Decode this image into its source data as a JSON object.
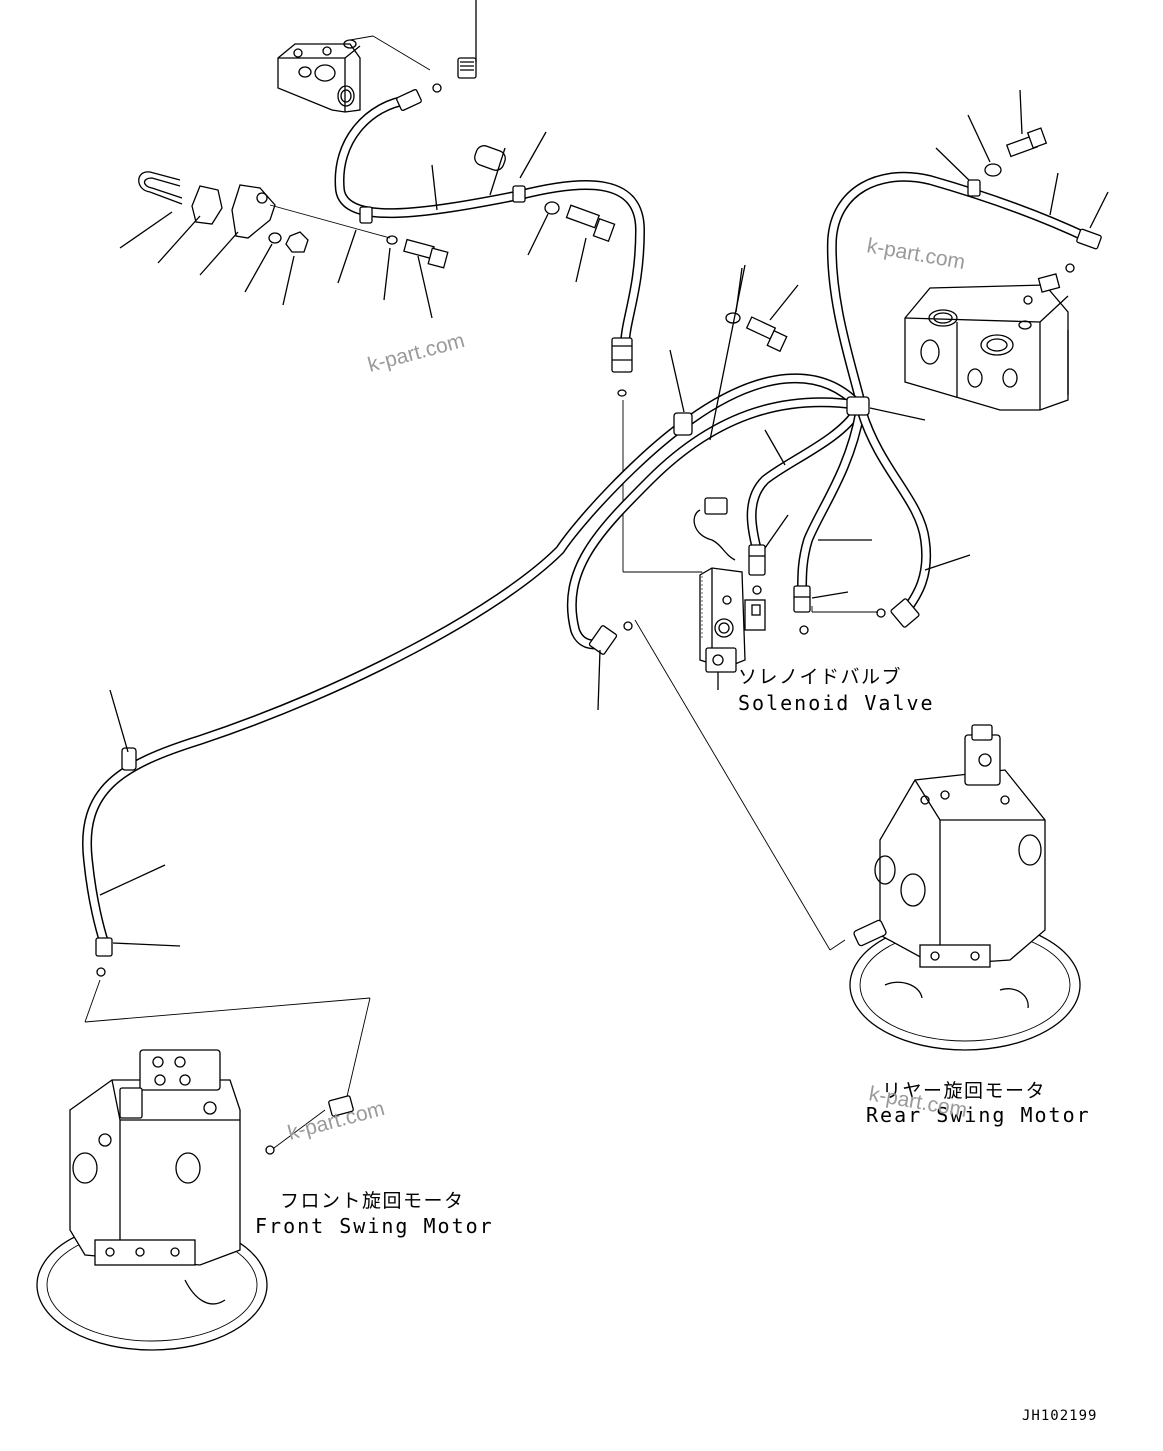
{
  "watermarks": [
    "k-part.com",
    "k-part.com",
    "k-part.com",
    "k-part.com"
  ],
  "labels": {
    "solenoid_valve_jp": "ソレノイドバルブ",
    "solenoid_valve_en": "Solenoid Valve",
    "rear_swing_motor_jp": "リヤー旋回モータ",
    "rear_swing_motor_en": "Rear Swing Motor",
    "front_swing_motor_jp": "フロント旋回モータ",
    "front_swing_motor_en": "Front Swing Motor"
  },
  "drawing_code": "JH102199"
}
